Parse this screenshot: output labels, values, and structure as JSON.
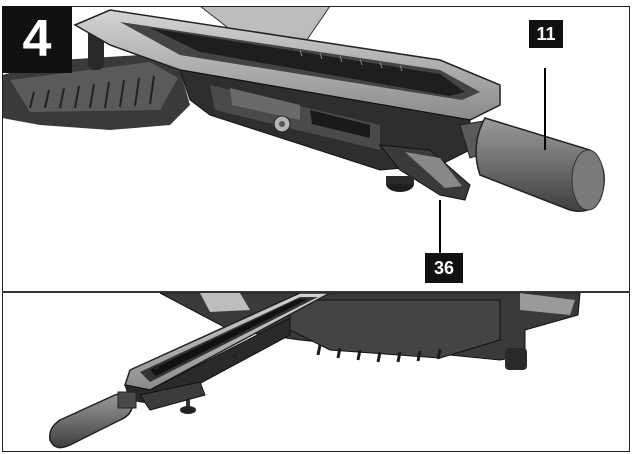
{
  "figure": {
    "number": "4",
    "callouts": {
      "handle": "11",
      "lever": "36"
    }
  }
}
